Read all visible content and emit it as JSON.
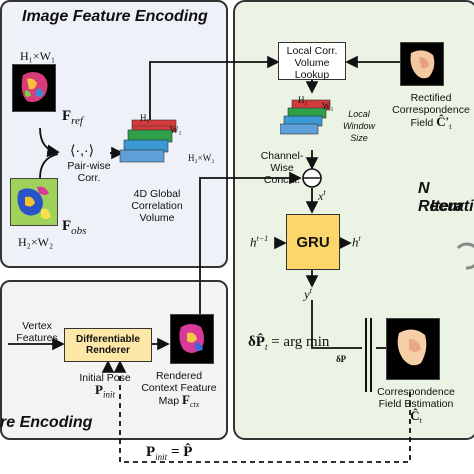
{
  "panels": {
    "image_title": "Image Feature Encoding",
    "render_title": "re Encoding",
    "iter_title_1": "N Recur",
    "iter_title_2": "Iteratio"
  },
  "image_encoding": {
    "ref_size": "H₁×W₁",
    "ref_label": "F",
    "ref_sub": "ref",
    "obs_label": "F",
    "obs_sub": "obs",
    "obs_size": "H₂×W₂",
    "pairwise_symbol": "⟨·,·⟩",
    "pairwise_label_1": "Pair-wise",
    "pairwise_label_2": "Corr.",
    "volume_h1": "H₁",
    "volume_w1": "W₁",
    "volume_hw2": "H₂×W₂",
    "volume_label_1": "4D Global",
    "volume_label_2": "Correlation",
    "volume_label_3": "Volume"
  },
  "iteration": {
    "lookup_1": "Local Corr.",
    "lookup_2": "Volume",
    "lookup_3": "Lookup",
    "local_h1": "H₁",
    "local_w1": "W₁",
    "local_window_1": "Local",
    "local_window_2": "Window",
    "local_window_3": "Size",
    "concat_1": "Channel-Wise",
    "concat_2": "Concat.",
    "xt": "x",
    "xt_sup": "t",
    "gru": "GRU",
    "h_prev": "h",
    "h_prev_sup": "t−1",
    "h_next": "h",
    "h_next_sup": "t",
    "yt": "y",
    "yt_sup": "t",
    "rectified_1": "Rectified",
    "rectified_2": "Correspondence",
    "rectified_3": "Field",
    "rectified_sym": "Ĉ′",
    "rectified_sub": "t",
    "pose_eq": "δP̂",
    "pose_eq_sub": "t",
    "pose_eq_rhs": "= arg min",
    "pose_eq_under": "δP",
    "corr_est_1": "Correspondence",
    "corr_est_2": "Field Estimation",
    "corr_est_sym": "Ĉ",
    "corr_est_sub": "t"
  },
  "render_encoding": {
    "vertex_1": "Vertex",
    "vertex_2": "Features",
    "renderer_1": "Differentiable",
    "renderer_2": "Renderer",
    "init_pose": "Initial Pose",
    "init_sym": "P",
    "init_sub": "init",
    "ctx_1": "Rendered",
    "ctx_2": "Context Feature",
    "ctx_3": "Map",
    "ctx_sym": "F",
    "ctx_sub": "ctx"
  },
  "footer": {
    "eq_lhs": "P",
    "eq_sub": "init",
    "eq_rhs": "= P̂"
  }
}
